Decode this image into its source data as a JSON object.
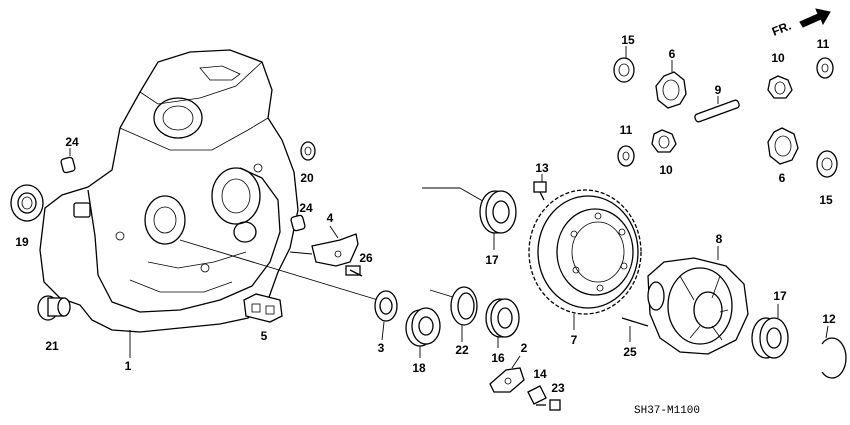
{
  "direction_label": "FR.",
  "diagram_code": "SH37-M1100",
  "callouts": {
    "c1": "1",
    "c2": "2",
    "c3": "3",
    "c4": "4",
    "c5": "5",
    "c6a": "6",
    "c6b": "6",
    "c7": "7",
    "c8": "8",
    "c9": "9",
    "c10a": "10",
    "c10b": "10",
    "c11a": "11",
    "c11b": "11",
    "c12": "12",
    "c13": "13",
    "c14": "14",
    "c15a": "15",
    "c15b": "15",
    "c16": "16",
    "c17a": "17",
    "c17b": "17",
    "c18": "18",
    "c19": "19",
    "c20": "20",
    "c21": "21",
    "c22": "22",
    "c23": "23",
    "c24a": "24",
    "c24b": "24",
    "c25": "25",
    "c26": "26"
  },
  "colors": {
    "line": "#000000",
    "background": "#ffffff"
  }
}
